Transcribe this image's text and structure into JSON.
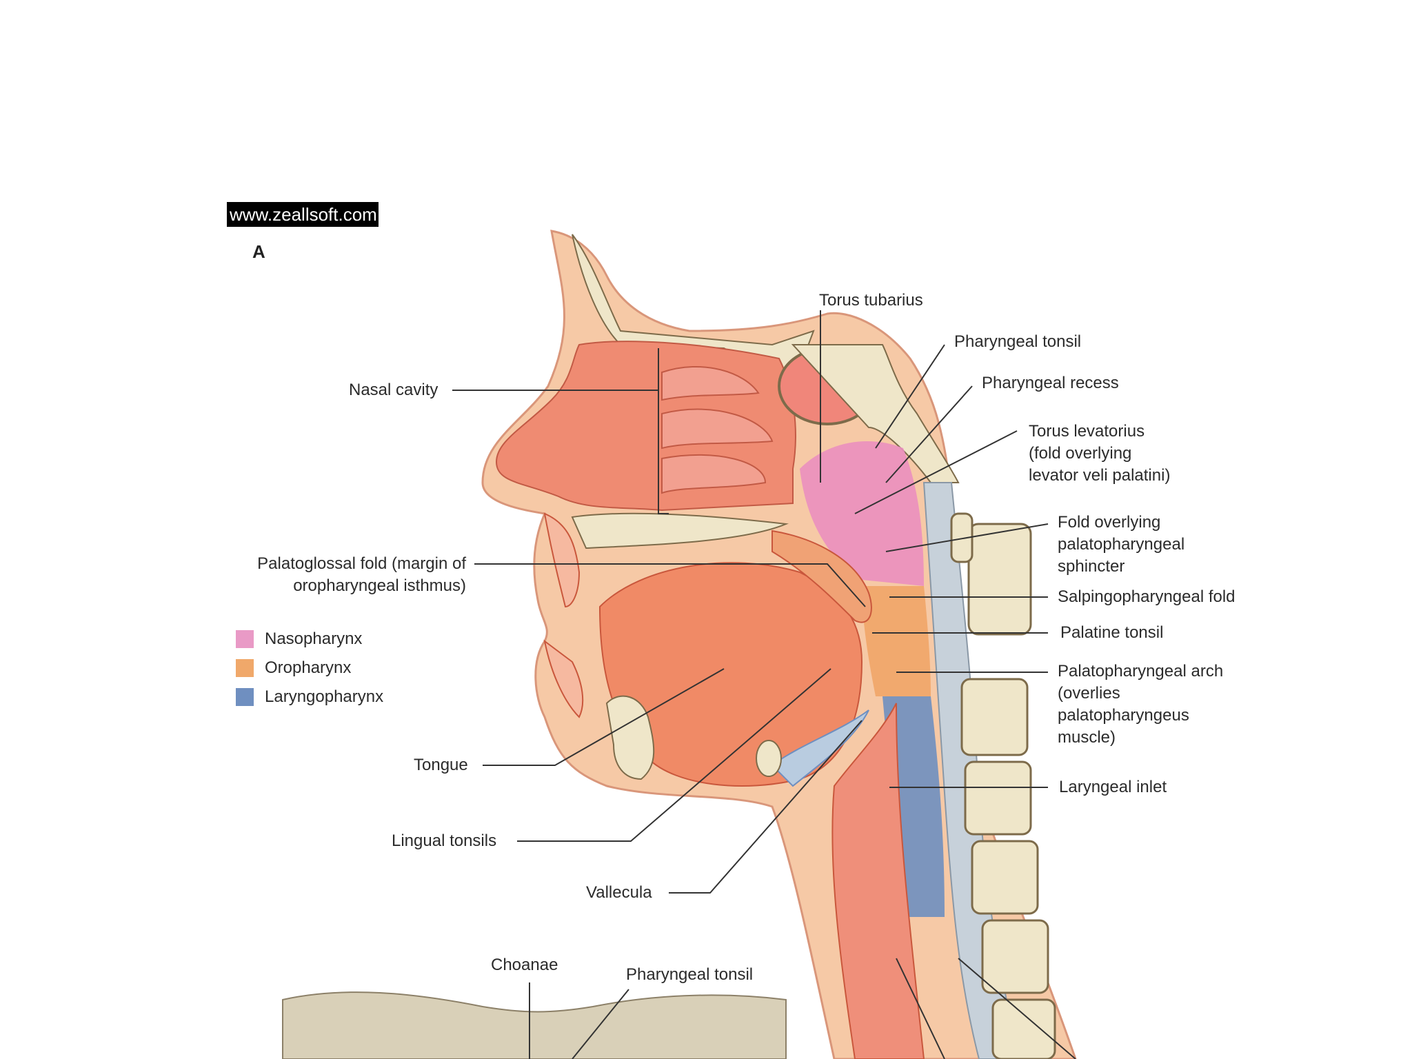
{
  "watermark": "www.zeallsoft.com",
  "panel_letter": "A",
  "labels": {
    "torus_tubarius": "Torus tubarius",
    "pharyngeal_tonsil": "Pharyngeal tonsil",
    "pharyngeal_recess": "Pharyngeal recess",
    "torus_levatorius_1": "Torus levatorius",
    "torus_levatorius_2": "(fold overlying",
    "torus_levatorius_3": "levator veli palatini)",
    "fold_overlying_1": "Fold overlying",
    "fold_overlying_2": "palatopharyngeal",
    "fold_overlying_3": "sphincter",
    "salpingopharyngeal_fold": "Salpingopharyngeal fold",
    "palatine_tonsil": "Palatine tonsil",
    "palatopharyngeal_arch_1": "Palatopharyngeal arch",
    "palatopharyngeal_arch_2": "(overlies",
    "palatopharyngeal_arch_3": "palatopharyngeus",
    "palatopharyngeal_arch_4": "muscle)",
    "laryngeal_inlet": "Laryngeal inlet",
    "nasal_cavity": "Nasal cavity",
    "palatoglossal_1": "Palatoglossal fold (margin of",
    "palatoglossal_2": "oropharyngeal isthmus)",
    "tongue": "Tongue",
    "lingual_tonsils": "Lingual tonsils",
    "vallecula": "Vallecula",
    "choanae": "Choanae",
    "pharyngeal_tonsil_b": "Pharyngeal tonsil"
  },
  "legend": [
    {
      "label": "Nasopharynx",
      "color": "#e99ac6"
    },
    {
      "label": "Oropharynx",
      "color": "#f0a86a"
    },
    {
      "label": "Laryngopharynx",
      "color": "#6f8fc0"
    }
  ]
}
